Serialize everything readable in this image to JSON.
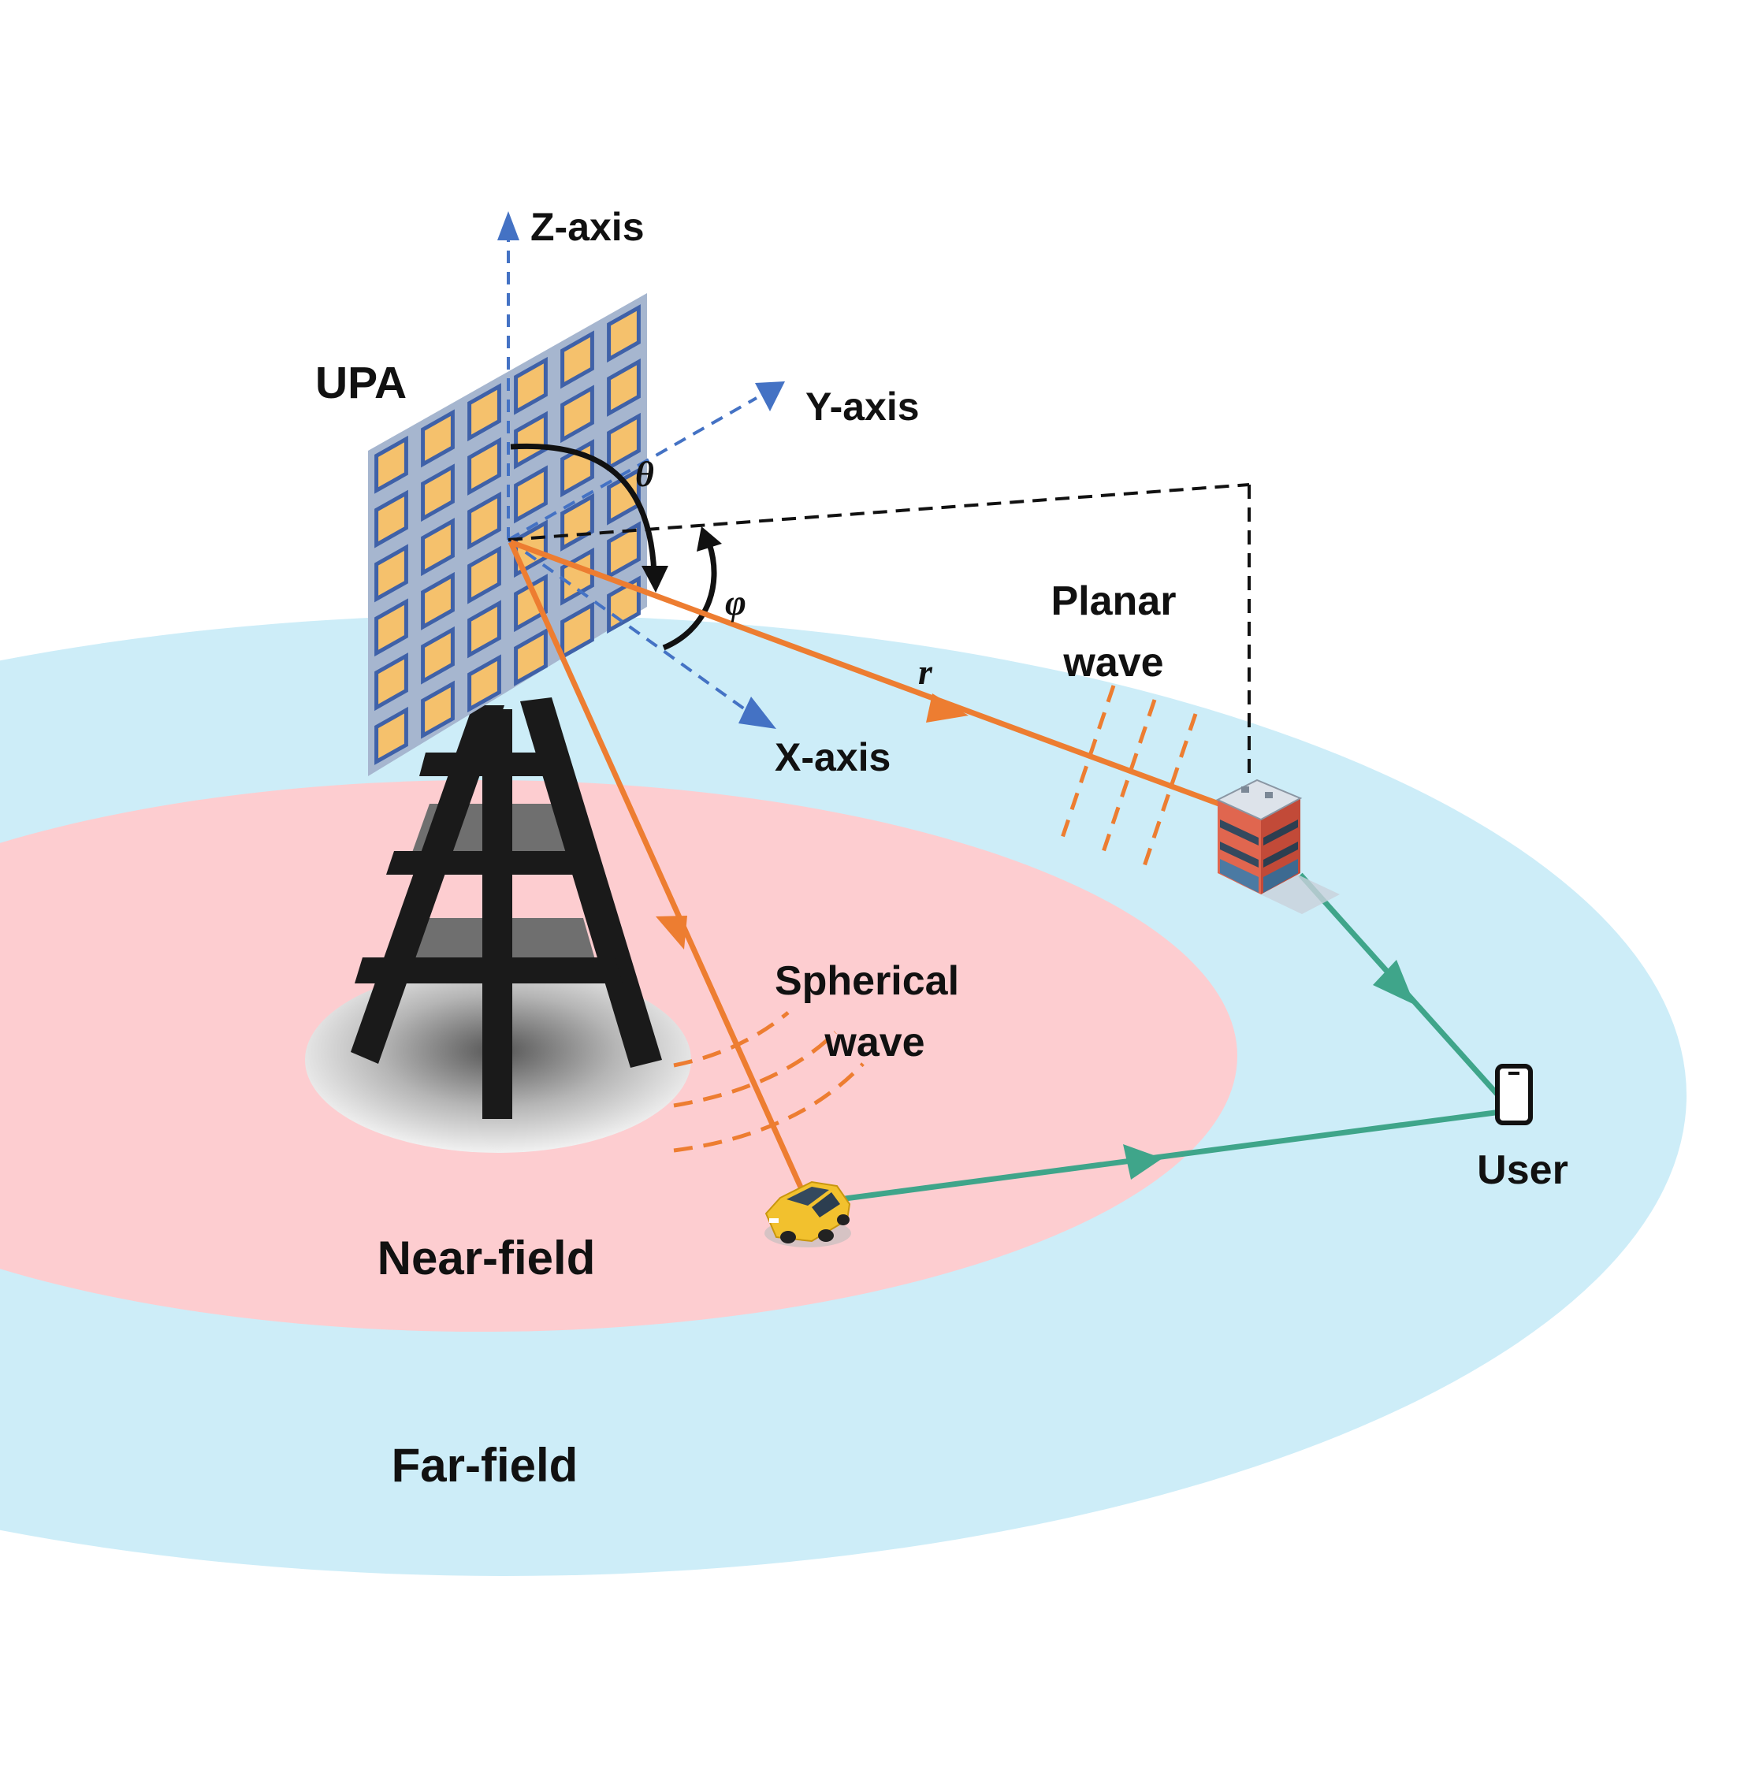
{
  "labels": {
    "z_axis": "Z-axis",
    "y_axis": "Y-axis",
    "x_axis": "X-axis",
    "upa": "UPA",
    "theta": "θ",
    "phi": "φ",
    "r": "r",
    "planar_line1": "Planar",
    "planar_line2": "wave",
    "spherical_line1": "Spherical",
    "spherical_line2": "wave",
    "near_field": "Near-field",
    "far_field": "Far-field",
    "user": "User"
  },
  "colors": {
    "far_field_region": "#cdedf8",
    "near_field_region": "#fdcdd0",
    "axis": "#4472c4",
    "signal": "#ed7d31",
    "relay_link": "#3fa58a",
    "panel": "#a6b6cf",
    "antenna_element": "#f5c16c",
    "tower": "#1a1a1a",
    "car": "#f2c12e"
  }
}
